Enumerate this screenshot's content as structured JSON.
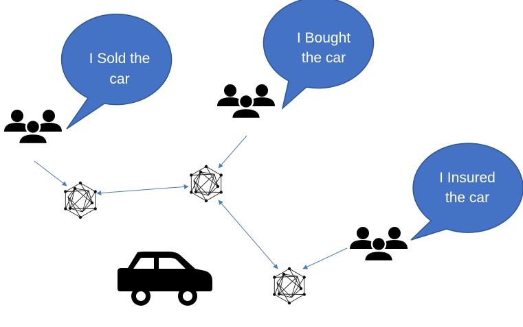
{
  "bubbles": {
    "seller": {
      "line1": "I Sold the",
      "line2": "car"
    },
    "buyer": {
      "line1": "I Bought",
      "line2": "the car"
    },
    "insurer": {
      "line1": "I Insured",
      "line2": "the car"
    }
  },
  "colors": {
    "bubble_fill": "#4472c4",
    "bubble_stroke": "#2f5597",
    "arrow": "#4a7ebb",
    "icon": "#000000"
  },
  "icons": {
    "people": "people-group-icon",
    "node": "network-node-icon",
    "car": "car-icon"
  }
}
